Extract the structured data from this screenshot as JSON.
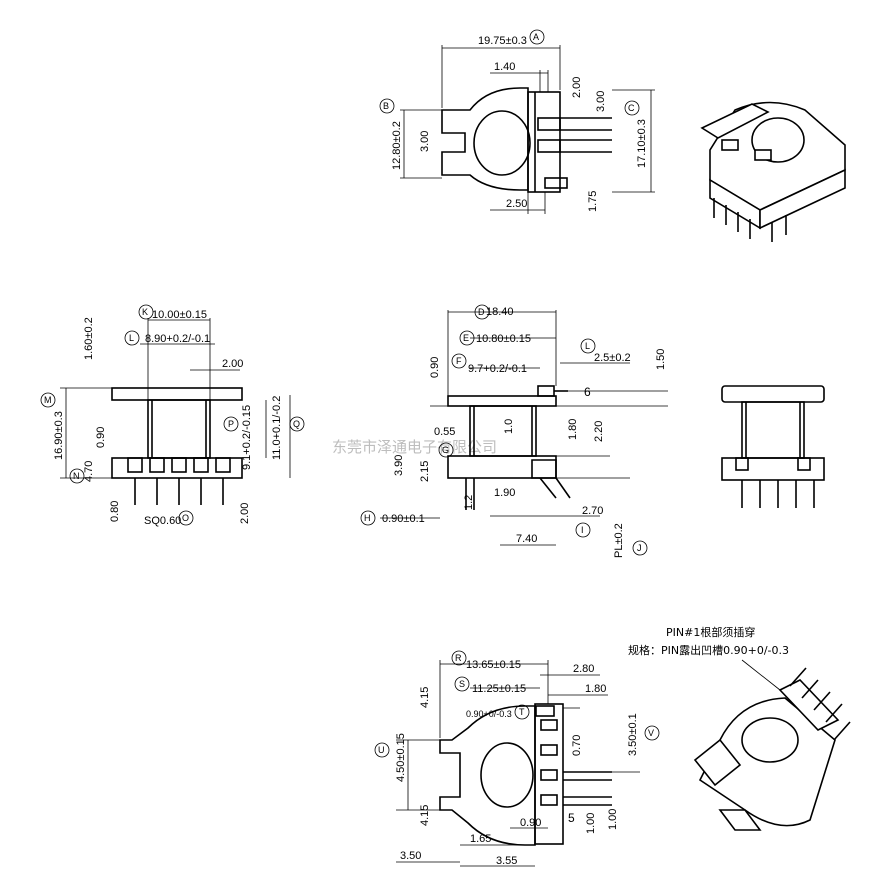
{
  "watermark": "东莞市泽通电子有限公司",
  "notes": {
    "line1": "PIN#1根部须插穿",
    "line2": "规格：PIN露出凹槽0.90+0/-0.3"
  },
  "callouts": [
    "A",
    "B",
    "C",
    "D",
    "E",
    "F",
    "G",
    "H",
    "I",
    "J",
    "K",
    "L",
    "M",
    "N",
    "O",
    "P",
    "Q",
    "R",
    "S",
    "T",
    "U",
    "V"
  ],
  "top_view": {
    "width": "19.75±0.3",
    "d140": "1.40",
    "d200": "2.00",
    "d300": "3.00",
    "height_b": "12.80±0.2",
    "d300b": "3.00",
    "height_c": "17.10±0.3",
    "d250": "2.50",
    "d175": "1.75"
  },
  "front_view": {
    "width_k": "10.00±0.15",
    "width_l": "8.90+0.2/-0.1",
    "d160": "1.60±0.2",
    "d200": "2.00",
    "height_m": "16.90±0.3",
    "d090": "0.90",
    "p_dim": "9.1+0.2/-0.15",
    "q_dim": "11.0+0.1/-0.2",
    "d470": "4.70",
    "d080": "0.80",
    "sq": "SQ0.60",
    "d200b": "2.00"
  },
  "side_view": {
    "width_d": "18.40",
    "width_e": "10.80±0.15",
    "width_f": "9.7+0.2/-0.1",
    "d25": "2.5±0.2",
    "d090": "0.90",
    "d150": "1.50",
    "six": "6",
    "d055": "0.55",
    "d10": "1.0",
    "d180": "1.80",
    "d220": "2.20",
    "d390": "3.90",
    "d215": "2.15",
    "d190": "1.90",
    "d12": "1.2",
    "d270": "2.70",
    "h_dim": "0.90±0.1",
    "d740": "7.40",
    "pl": "PL±0.2"
  },
  "bottom_view": {
    "width_r": "13.65±0.15",
    "width_s": "11.25±0.15",
    "d280": "2.80",
    "d180": "1.80",
    "d415": "4.15",
    "t_dim": "0.90+0/-0.3",
    "u_dim": "4.50±0.15",
    "v_dim": "3.50±0.1",
    "d070": "0.70",
    "d415b": "4.15",
    "d090": "0.90",
    "d165": "1.65",
    "d350": "3.50",
    "d355": "3.55",
    "five": "5",
    "d100a": "1.00",
    "d100b": "1.00"
  }
}
